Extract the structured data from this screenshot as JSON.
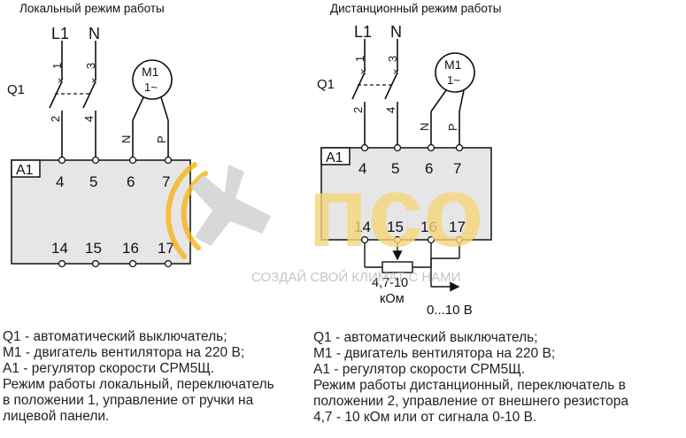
{
  "titles": {
    "left": "Локальный режим работы",
    "right": "Дистанционный режим работы"
  },
  "labels": {
    "l1": "L1",
    "n": "N",
    "q1": "Q1",
    "m1": "M1",
    "m1_sub": "1~",
    "a1": "A1",
    "wire_1": "1",
    "wire_2": "2",
    "wire_3": "3",
    "wire_4": "4",
    "motor_n": "N",
    "motor_p": "P",
    "terminals_top": [
      "4",
      "5",
      "6",
      "7"
    ],
    "terminals_bottom": [
      "14",
      "15",
      "16",
      "17"
    ],
    "resistor_value": "4,7-10",
    "resistor_unit": "кОм",
    "signal": "0...10 В"
  },
  "watermark": {
    "logo_text": "псо",
    "slogan": "СОЗДАЙ СВОЙ КЛИМАТ С НАМИ"
  },
  "descriptions": {
    "left": [
      "Q1 - автоматический выключатель;",
      "М1 - двигатель вентилятора на 220 В;",
      "А1 - регулятор скорости СРМ5Щ.",
      "Режим работы локальный, переключатель",
      "в положении 1, управление от ручки на",
      "лицевой панели."
    ],
    "right": [
      "Q1 - автоматический выключатель;",
      "М1 - двигатель вентилятора на 220 В;",
      "А1 - регулятор скорости СРМ5Щ.",
      "Режим работы дистанционный, переключатель в",
      "положении 2, управление от внешнего резистора",
      "4,7 - 10 кОм или от сигнала 0-10 В."
    ]
  },
  "colors": {
    "line": "#111111",
    "box_fill": "#e6e6e6",
    "watermark_orange": "#f5b617",
    "watermark_gray": "#c4c4c4"
  }
}
